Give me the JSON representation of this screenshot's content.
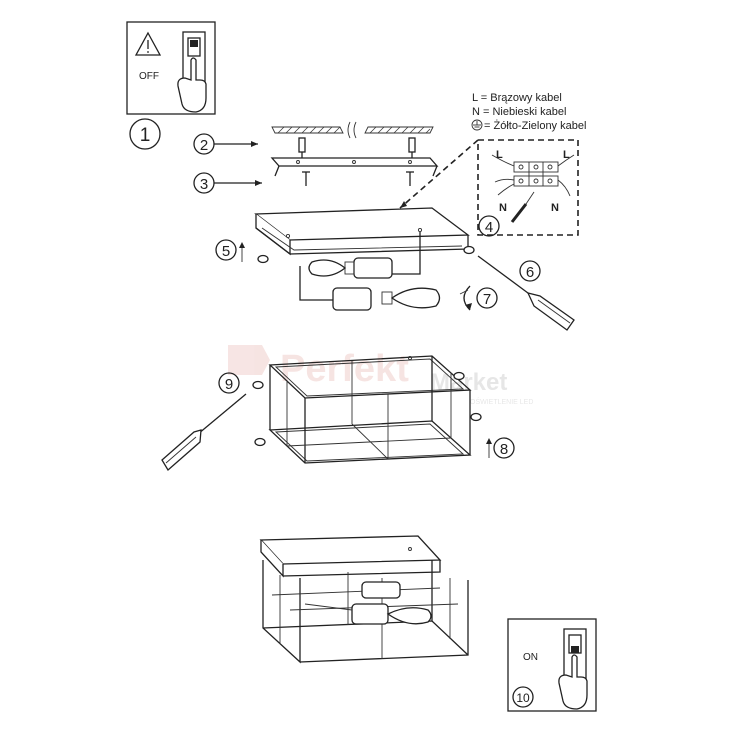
{
  "switch_off": {
    "label": "OFF",
    "step": "1"
  },
  "switch_on": {
    "label": "ON",
    "step": "10"
  },
  "legend": {
    "l": "L = Brązowy kabel",
    "n": "N = Niebieski kabel",
    "pe": "= Żółto-Zielony kabel"
  },
  "wiring": {
    "l_left": "L",
    "l_right": "L",
    "n_left": "N",
    "n_right": "N"
  },
  "steps": {
    "s2": "2",
    "s3": "3",
    "s4": "4",
    "s5": "5",
    "s6": "6",
    "s7": "7",
    "s8": "8",
    "s9": "9"
  },
  "watermark": {
    "brand": "Perfekt",
    "suffix": "Market",
    "tagline": "OŚWIETLENIE LED"
  }
}
